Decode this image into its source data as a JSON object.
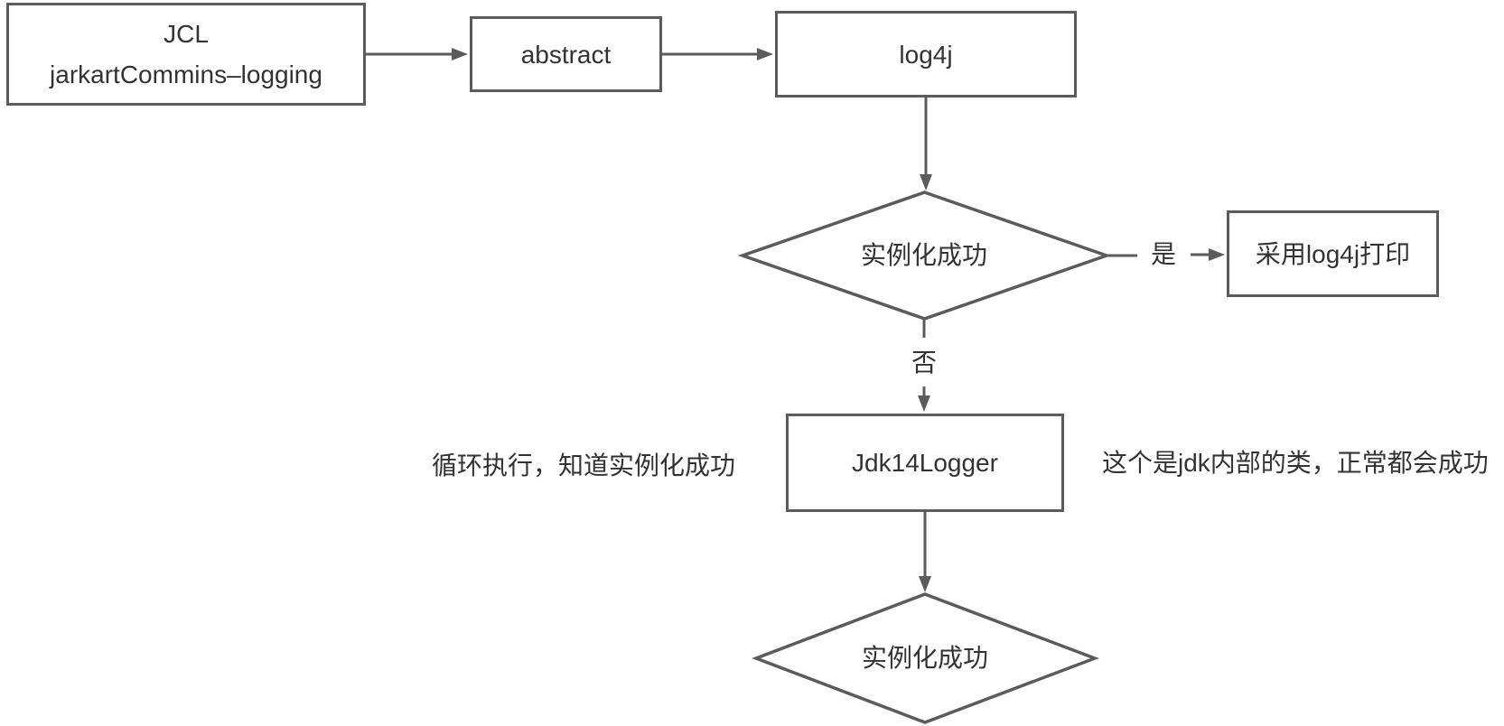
{
  "diagram": {
    "nodes": {
      "jcl": {
        "line1": "JCL",
        "line2": "jarkartCommins–logging"
      },
      "abstract": {
        "label": "abstract"
      },
      "log4j": {
        "label": "log4j"
      },
      "decision1": {
        "label": "实例化成功"
      },
      "use_log4j_print": {
        "label": "采用log4j打印"
      },
      "jdk14logger": {
        "label": "Jdk14Logger"
      },
      "decision2": {
        "label": "实例化成功"
      }
    },
    "edge_labels": {
      "yes": "是",
      "no": "否"
    },
    "annotations": {
      "left": "循环执行，知道实例化成功",
      "right": "这个是jdk内部的类，正常都会成功"
    },
    "colors": {
      "stroke": "#5b5b5b",
      "text": "#333333",
      "background": "#ffffff"
    }
  }
}
